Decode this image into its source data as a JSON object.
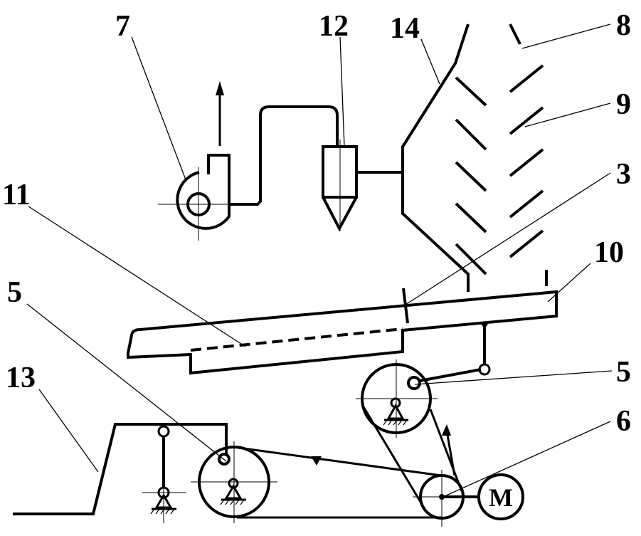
{
  "labels": {
    "l7": "7",
    "l12": "12",
    "l14": "14",
    "l8": "8",
    "l9": "9",
    "l3": "3",
    "l11": "11",
    "l10": "10",
    "l5_left": "5",
    "l5_right": "5",
    "l13": "13",
    "l6": "6"
  },
  "motor": {
    "letter": "M"
  }
}
